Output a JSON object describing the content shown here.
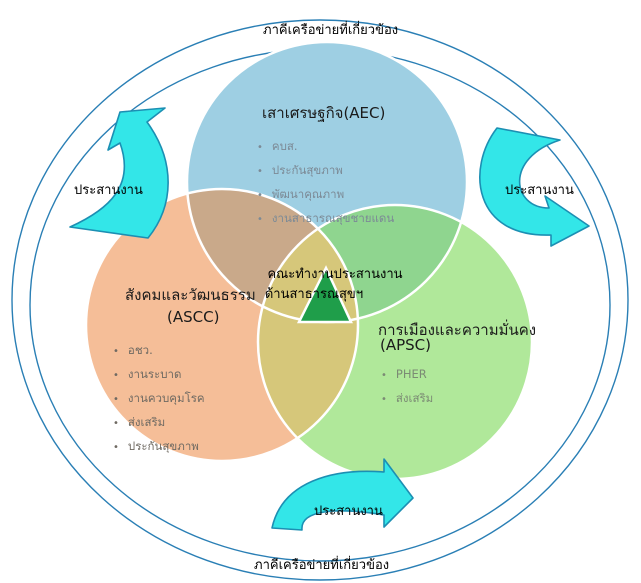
{
  "outer_labels": {
    "top": "ภาคีเครือข่ายที่เกี่ยวข้อง",
    "bottom": "ภาคีเครือข่ายที่เกี่ยวข้อง"
  },
  "coordination_labels": {
    "left": "ประสานงาน",
    "right": "ประสานงาน",
    "bottom": "ประสานงาน"
  },
  "pillars": {
    "aec": {
      "title": "เสาเศรษฐกิจ(AEC)",
      "color": "#9ecfe3",
      "items": [
        "คบส.",
        "ประกันสุขภาพ",
        "พัฒนาคุณภาพ",
        "งานสาธารณสุขชายแดน"
      ]
    },
    "ascc": {
      "title": "สังคมและวัฒนธรรม",
      "subtitle": "(ASCC)",
      "color": "#f4b98f",
      "items": [
        "อชว.",
        "งานระบาด",
        "งานควบคุมโรค",
        "ส่งเสริม",
        "ประกันสุขภาพ"
      ]
    },
    "apsc": {
      "title": "การเมืองและความมั่นคง",
      "subtitle": "(APSC)",
      "color": "#a7e68f",
      "items": [
        "PHER",
        "ส่งเสริม"
      ]
    }
  },
  "center": {
    "line1": "คณะทำงานประสานงาน",
    "line2": "ด้านสาธารณสุขฯ",
    "triangle_color": "#1f9e4a"
  },
  "arrow_color": "#33e6e8"
}
